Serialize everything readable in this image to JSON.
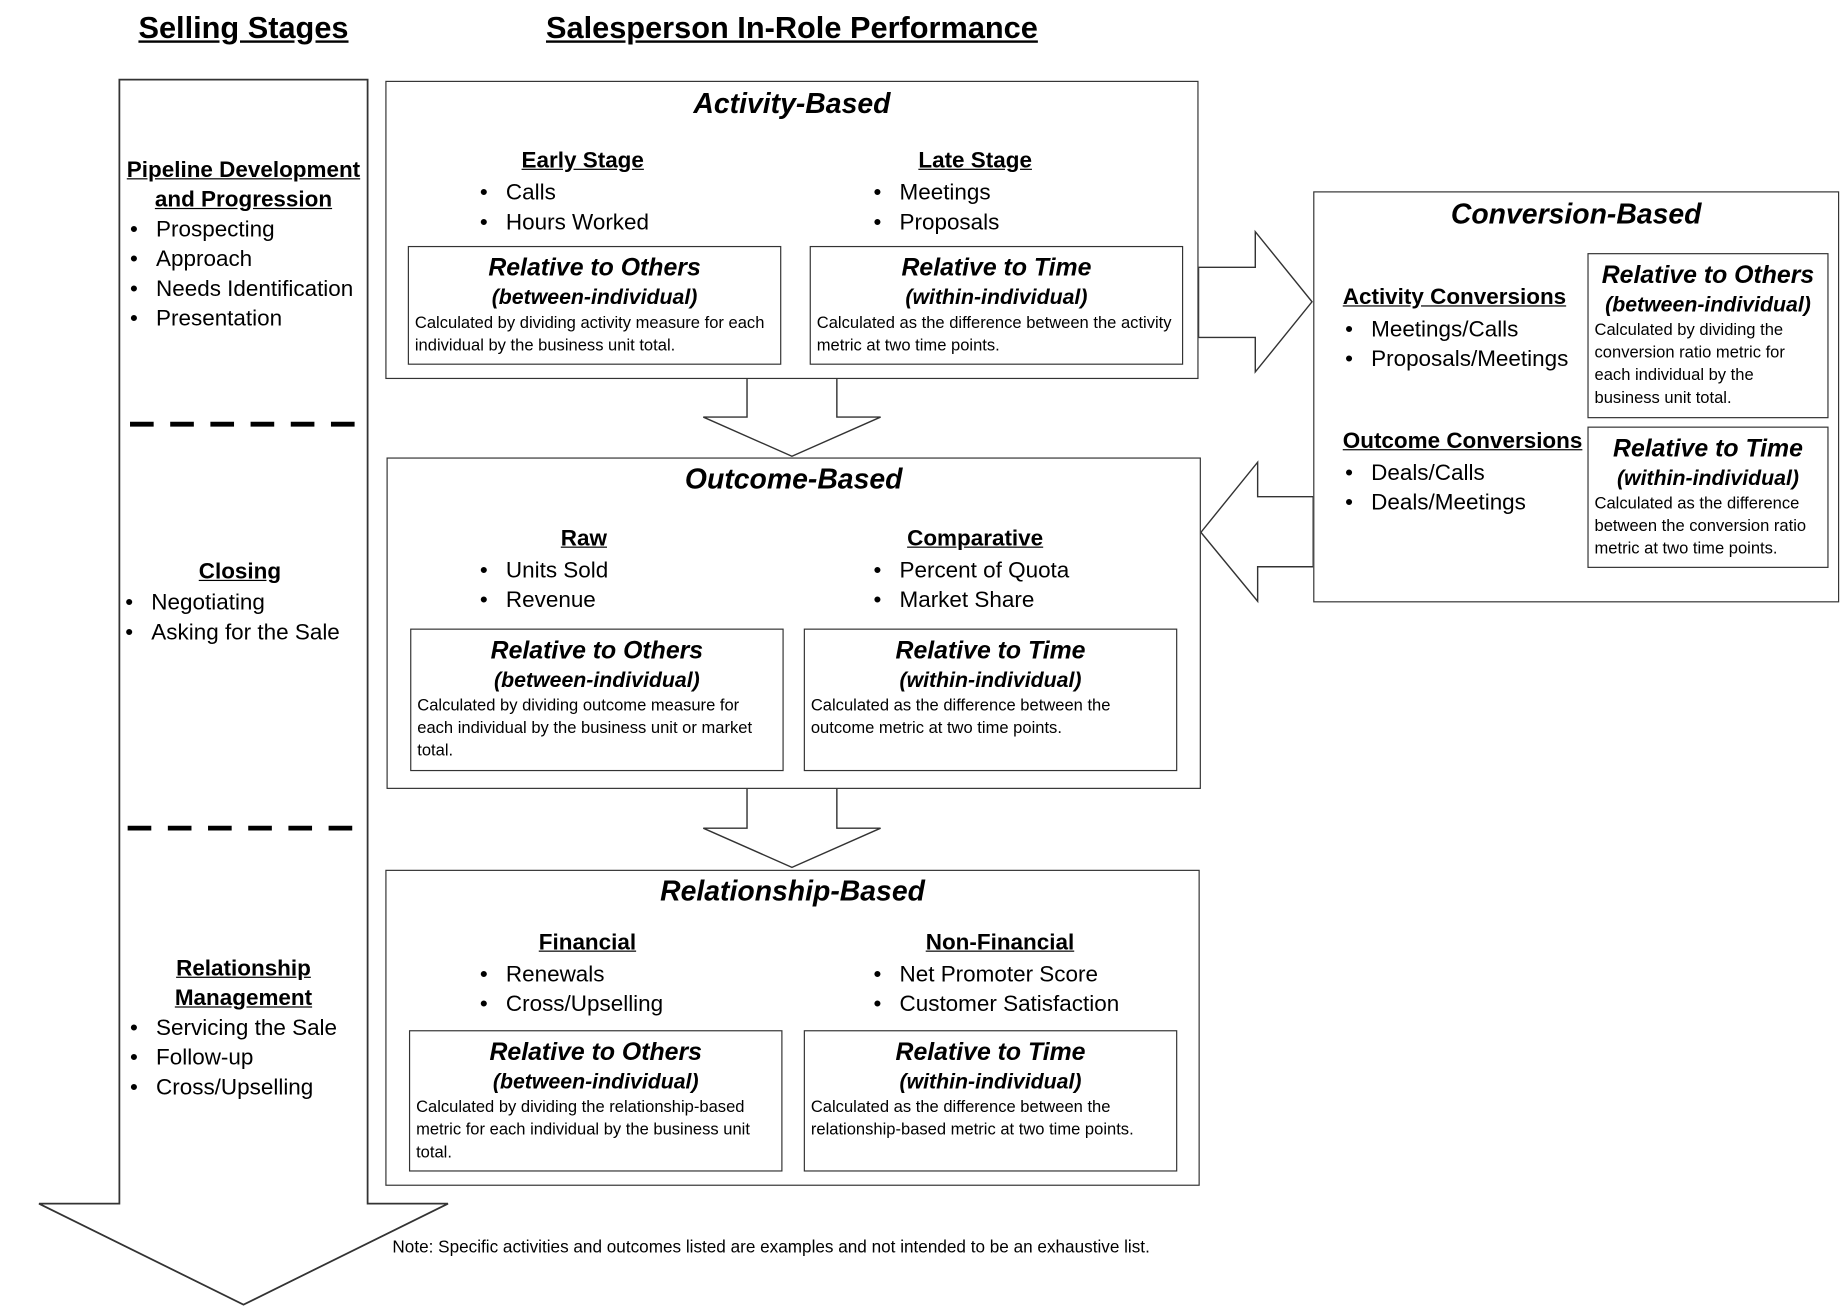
{
  "headings": {
    "selling_stages": "Selling Stages",
    "performance": "Salesperson In-Role Performance"
  },
  "selling_stages": [
    {
      "title_line1": "Pipeline Development",
      "title_line2": "and Progression",
      "items": [
        "Prospecting",
        "Approach",
        "Needs Identification",
        "Presentation"
      ]
    },
    {
      "title_line1": "Closing",
      "title_line2": "",
      "items": [
        "Negotiating",
        "Asking for the Sale"
      ]
    },
    {
      "title_line1": "Relationship",
      "title_line2": "Management",
      "items": [
        "Servicing the Sale",
        "Follow-up",
        "Cross/Upselling"
      ]
    }
  ],
  "activity": {
    "title": "Activity-Based",
    "left_head": "Early Stage",
    "left_items": [
      "Calls",
      "Hours Worked"
    ],
    "right_head": "Late Stage",
    "right_items": [
      "Meetings",
      "Proposals"
    ],
    "others": {
      "title": "Relative to Others",
      "sub": "(between-individual)",
      "desc": "Calculated by dividing activity measure for each individual by the business unit total."
    },
    "time": {
      "title": "Relative to Time",
      "sub": "(within-individual)",
      "desc": "Calculated as the difference between the activity metric at two time points."
    }
  },
  "outcome": {
    "title": "Outcome-Based",
    "left_head": "Raw",
    "left_items": [
      "Units Sold",
      "Revenue"
    ],
    "right_head": "Comparative",
    "right_items": [
      "Percent of Quota",
      "Market Share"
    ],
    "others": {
      "title": "Relative to Others",
      "sub": "(between-individual)",
      "desc": "Calculated by dividing outcome measure for each individual by the business unit or market total."
    },
    "time": {
      "title": "Relative to Time",
      "sub": "(within-individual)",
      "desc": "Calculated as the difference between the outcome metric at two time points."
    }
  },
  "relationship": {
    "title": "Relationship-Based",
    "left_head": "Financial",
    "left_items": [
      "Renewals",
      "Cross/Upselling"
    ],
    "right_head": "Non-Financial",
    "right_items": [
      "Net Promoter Score",
      "Customer Satisfaction"
    ],
    "others": {
      "title": "Relative to Others",
      "sub": "(between-individual)",
      "desc": "Calculated by dividing the relationship-based metric for each individual by the business unit total."
    },
    "time": {
      "title": "Relative to Time",
      "sub": "(within-individual)",
      "desc": "Calculated as the difference between the relationship-based metric at two time points."
    }
  },
  "conversion": {
    "title": "Conversion-Based",
    "activity_head": "Activity Conversions",
    "activity_items": [
      "Meetings/Calls",
      "Proposals/Meetings"
    ],
    "outcome_head": "Outcome Conversions",
    "outcome_items": [
      "Deals/Calls",
      "Deals/Meetings"
    ],
    "others": {
      "title": "Relative to Others",
      "sub": "(between-individual)",
      "desc": "Calculated by dividing the conversion ratio metric for each individual by the business unit total."
    },
    "time": {
      "title": "Relative to Time",
      "sub": "(within-individual)",
      "desc": "Calculated as the difference between the conversion ratio metric at two time points."
    }
  },
  "note": "Note: Specific activities and outcomes listed are examples and not intended to be an exhaustive list."
}
